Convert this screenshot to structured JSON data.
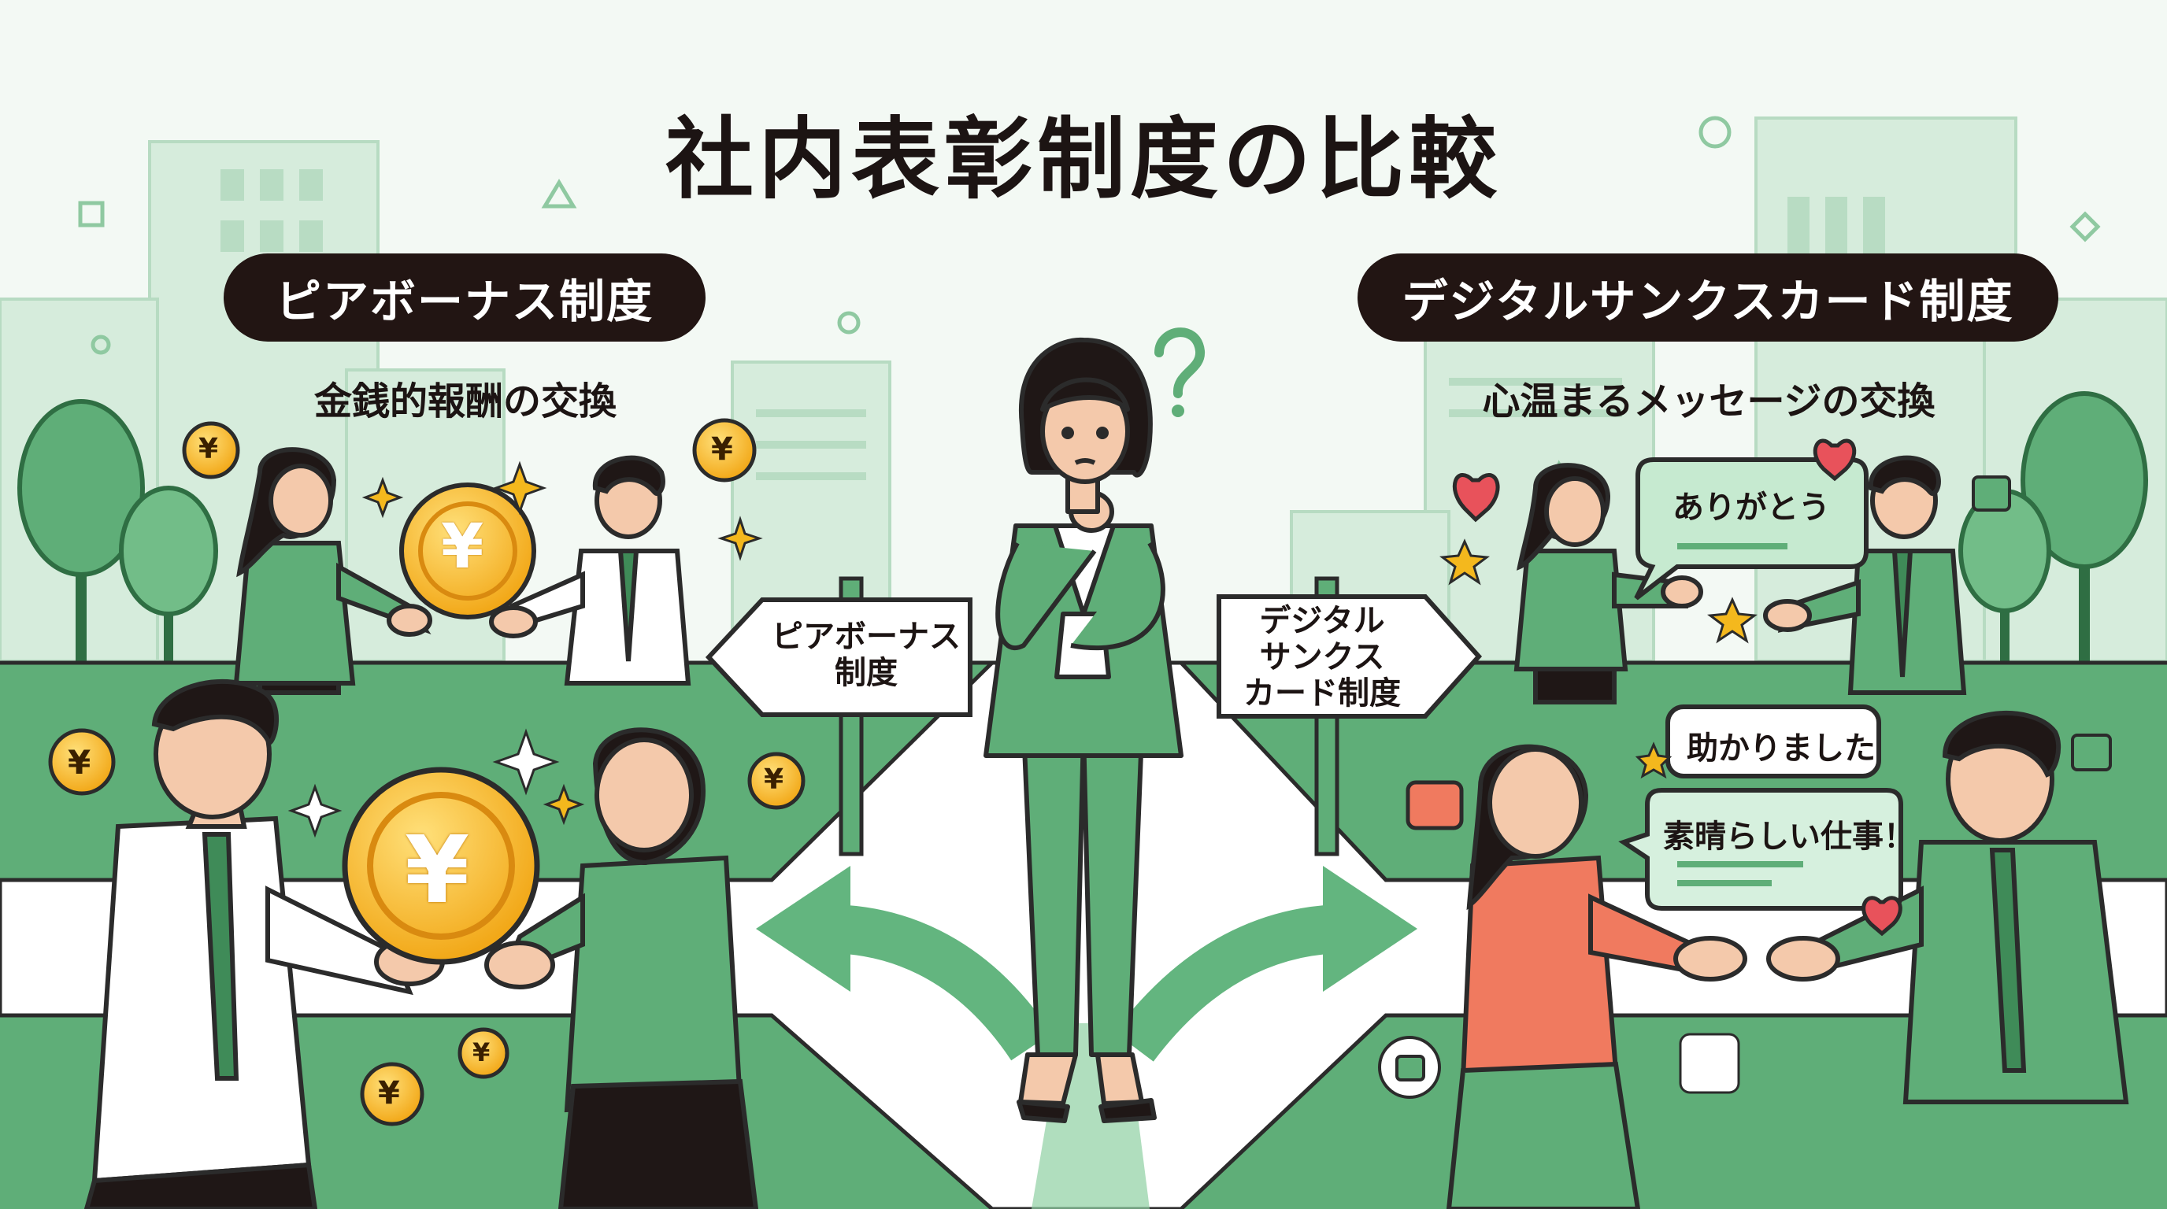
{
  "title": "社内表彰制度の比較",
  "left": {
    "label": "ピアボーナス制度",
    "subtitle": "金銭的報酬の交換",
    "sign_line1": "ピアボーナス",
    "sign_line2": "制度"
  },
  "right": {
    "label": "デジタルサンクスカード制度",
    "subtitle": "心温まるメッセージの交換",
    "sign_line1": "デジタル",
    "sign_line2": "サンクス",
    "sign_line3": "カード制度",
    "bubbles": [
      "ありがとう",
      "助かりました",
      "素晴らしい仕事！"
    ]
  },
  "coin_symbol": "¥",
  "question_mark": "?",
  "icons": [
    "yen-coin-icon",
    "heart-icon",
    "star-icon",
    "thumbs-up-icon",
    "sparkle-icon",
    "question-icon"
  ],
  "colors": {
    "primary_green": "#5fae78",
    "dark_green": "#3f8b58",
    "light_green": "#d3ebd9",
    "label_dark": "#221513",
    "coin_gold": "#f4b81d",
    "heart_red": "#e8525b",
    "accent_salmon": "#f07a5f"
  }
}
